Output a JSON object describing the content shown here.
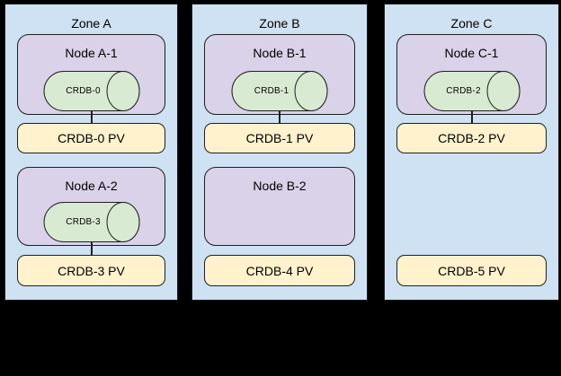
{
  "zones": [
    {
      "title": "Zone A",
      "nodes": [
        {
          "title": "Node A-1",
          "cylinder_label": "CRDB-0",
          "pv_label": "CRDB-0 PV"
        },
        {
          "title": "Node A-2",
          "cylinder_label": "CRDB-3",
          "pv_label": "CRDB-3 PV"
        }
      ]
    },
    {
      "title": "Zone B",
      "nodes": [
        {
          "title": "Node B-1",
          "cylinder_label": "CRDB-1",
          "pv_label": "CRDB-1 PV"
        },
        {
          "title": "Node B-2",
          "pv_label": "CRDB-4 PV"
        }
      ]
    },
    {
      "title": "Zone C",
      "nodes": [
        {
          "title": "Node C-1",
          "cylinder_label": "CRDB-2",
          "pv_label": "CRDB-2 PV"
        },
        {
          "pv_label": "CRDB-5 PV"
        }
      ]
    }
  ],
  "colors": {
    "canvas_background": "#000000",
    "zone_fill": "#cfe2f3",
    "node_fill": "#d9d2e9",
    "cylinder_fill": "#d9ead3",
    "pv_fill": "#fff2cc",
    "border": "#1f1f1f"
  }
}
